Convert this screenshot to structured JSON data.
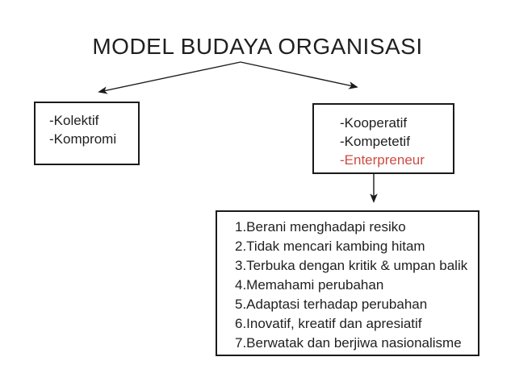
{
  "slide": {
    "title": "MODEL BUDAYA ORGANISASI",
    "background_color": "#ffffff"
  },
  "colors": {
    "text": "#1f1f1f",
    "box_border": "#1a1a1a",
    "highlight_red": "#cd4b41"
  },
  "left_box": {
    "items": [
      "-Kolektif",
      "-Kompromi"
    ]
  },
  "right_box": {
    "items": [
      "-Kooperatif",
      "-Kompetetif",
      "-Enterpreneur"
    ],
    "highlighted_item": "-Enterpreneur"
  },
  "list_box": {
    "items": [
      "1.Berani menghadapi resiko",
      "2.Tidak mencari kambing hitam",
      "3.Terbuka dengan kritik & umpan balik",
      "4.Memahami perubahan",
      "5.Adaptasi terhadap perubahan",
      "6.Inovatif, kreatif dan apresiatif",
      "7.Berwatak dan berjiwa nasionalisme"
    ]
  }
}
